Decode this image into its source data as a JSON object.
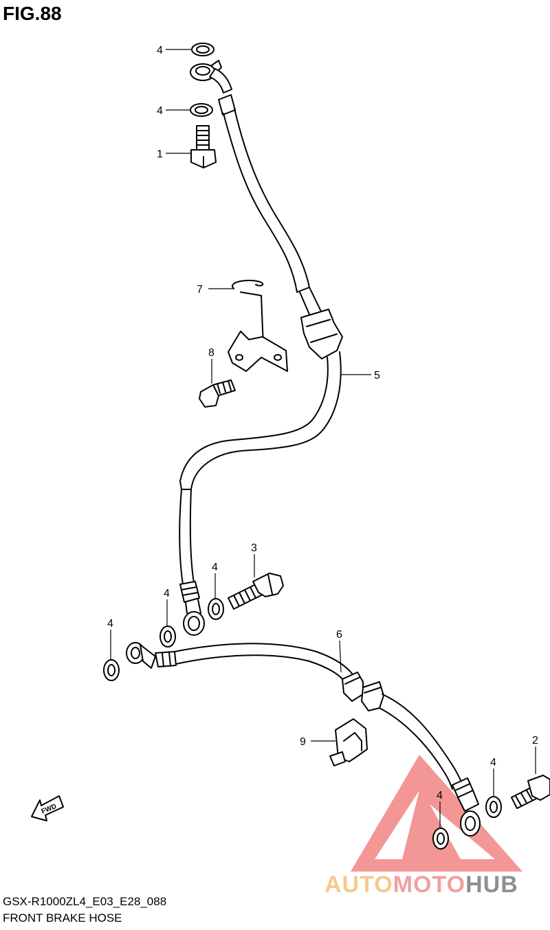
{
  "figure": {
    "title": "FIG.88",
    "model_code": "GSX-R1000ZL4_E03_E28_088",
    "section_title": "FRONT BRAKE HOSE"
  },
  "callouts": {
    "c4a": "4",
    "c4b": "4",
    "c1": "1",
    "c7": "7",
    "c8": "8",
    "c5": "5",
    "c3": "3",
    "c4c": "4",
    "c4d": "4",
    "c4e": "4",
    "c6": "6",
    "c9": "9",
    "c2": "2",
    "c4f": "4",
    "c4g": "4"
  },
  "fwd_label": "FWD",
  "watermark": {
    "part1": "AUTO",
    "part2": "MOTO",
    "part3": "HUB"
  },
  "colors": {
    "line": "#000000",
    "watermark_red": "#ea4040",
    "watermark_orange": "#f6c98e",
    "watermark_grey": "#8f8f8f"
  }
}
